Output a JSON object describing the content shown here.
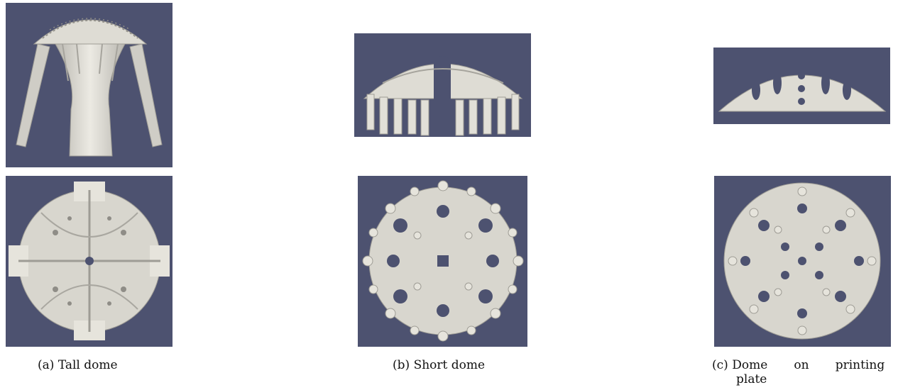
{
  "figure": {
    "panels": [
      {
        "tag": "(a)",
        "caption": "Tall dome",
        "views": [
          "side-view",
          "top-view"
        ]
      },
      {
        "tag": "(b)",
        "caption": "Short dome",
        "views": [
          "side-view",
          "top-view"
        ]
      },
      {
        "tag": "(c)",
        "caption_line1": "Dome on printing",
        "caption_line2": "plate",
        "views": [
          "side-view",
          "top-view"
        ]
      }
    ],
    "colors": {
      "background": "#4d5270",
      "material": "#e6e4dc",
      "shadow": "#9e9c95"
    }
  }
}
